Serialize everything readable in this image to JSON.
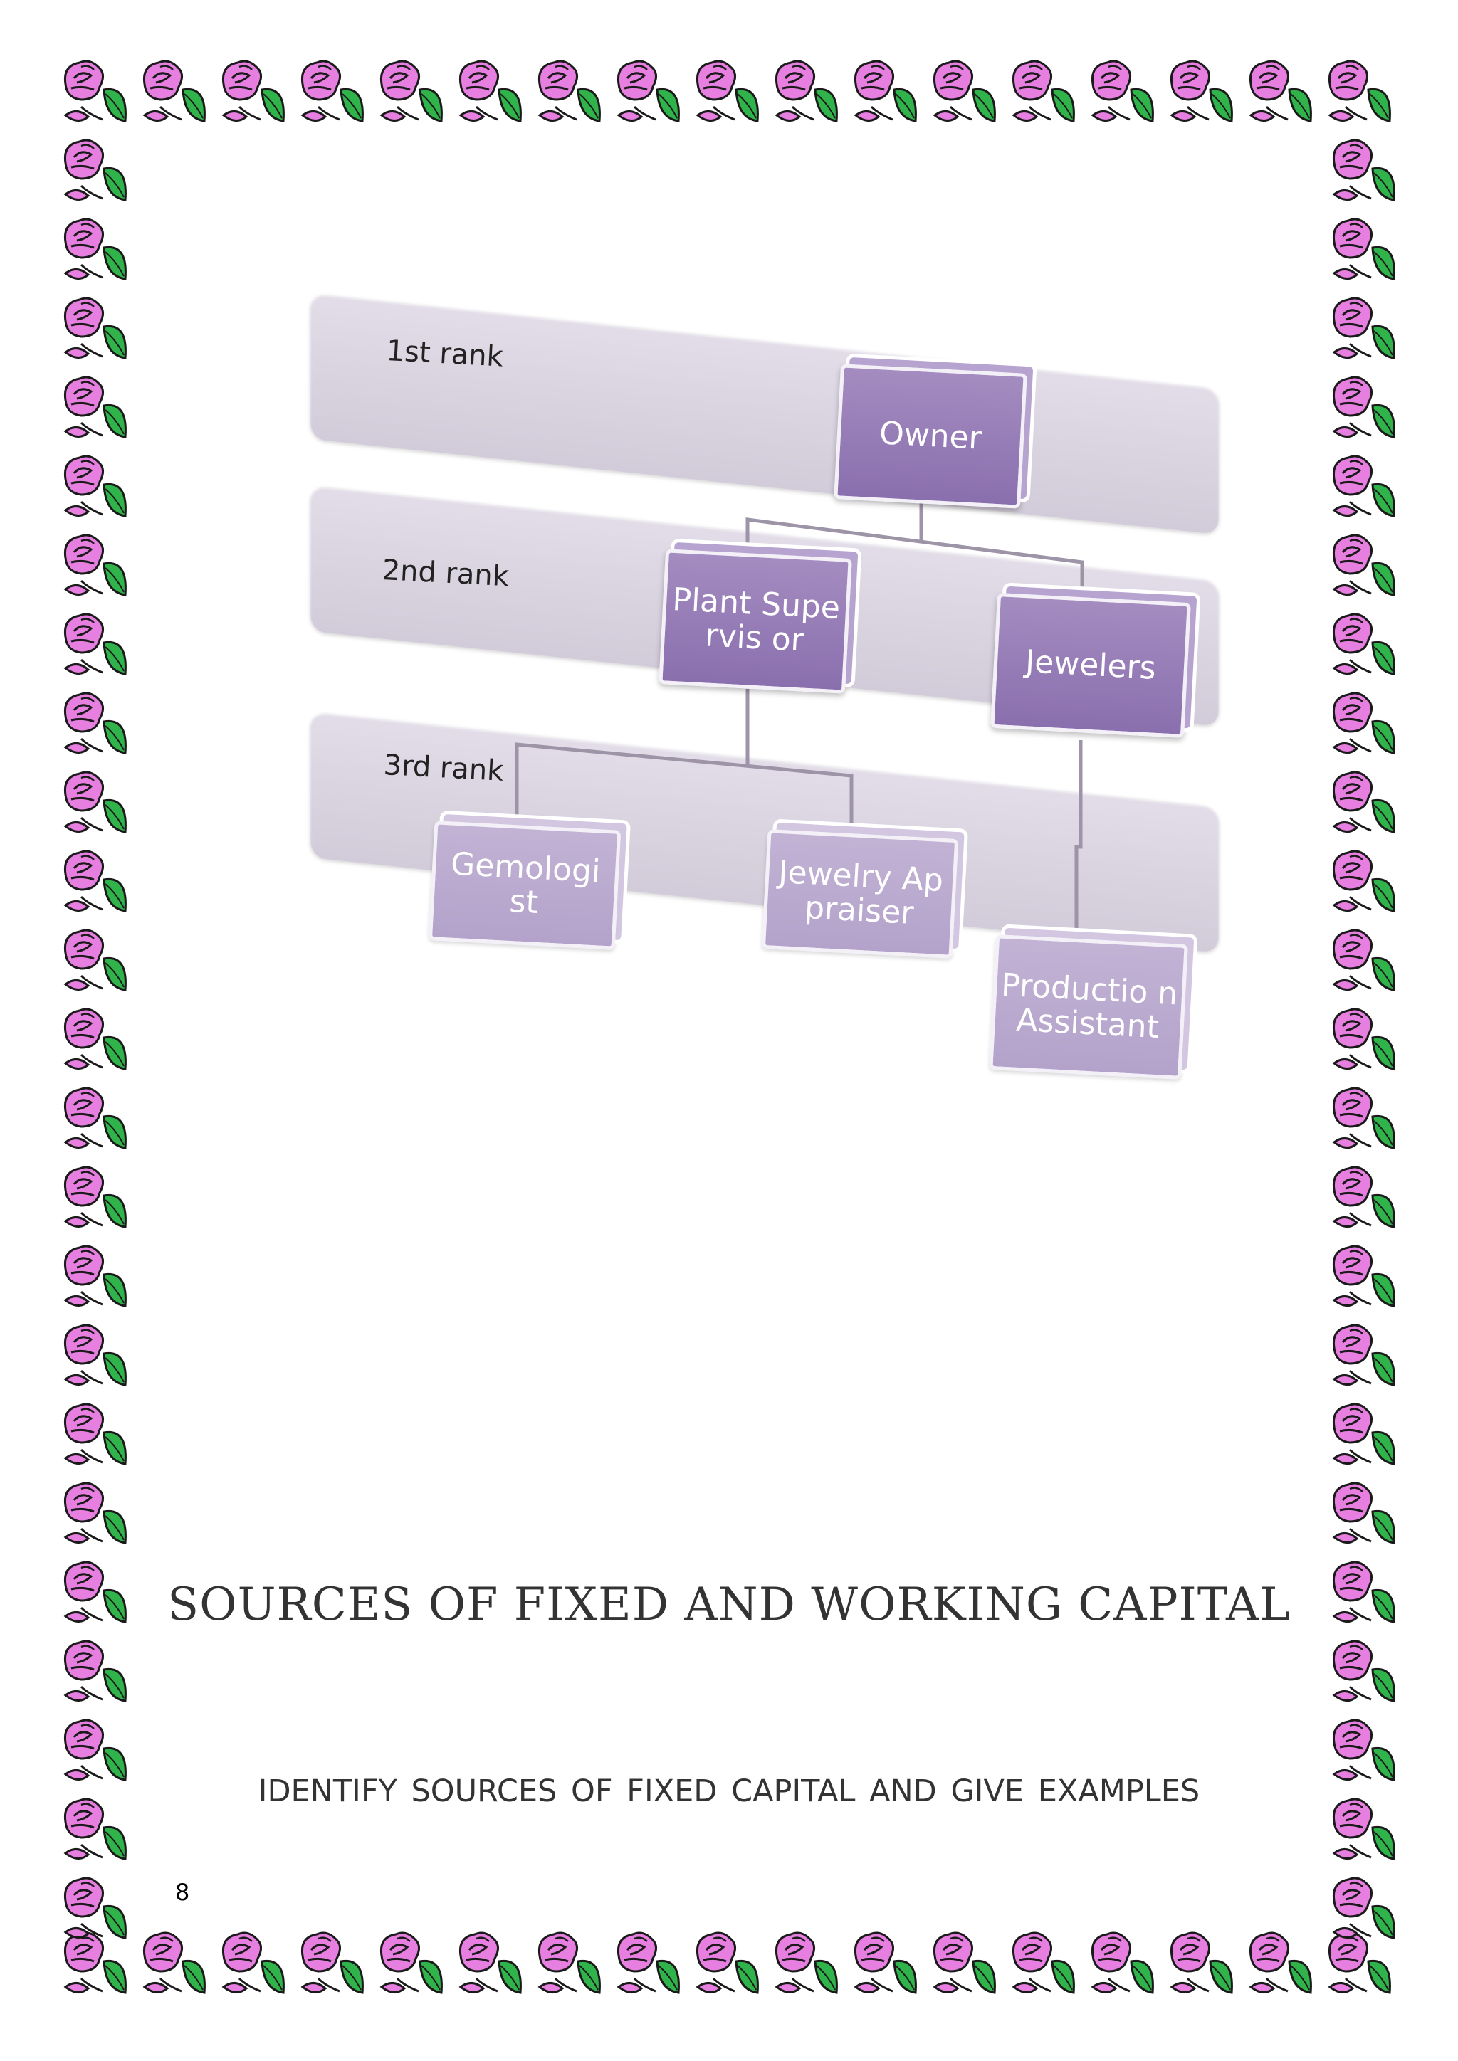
{
  "org_chart": {
    "ranks": [
      {
        "label": "1st rank"
      },
      {
        "label": "2nd rank"
      },
      {
        "label": "3rd rank"
      }
    ],
    "nodes": {
      "owner": "Owner",
      "plant_supervisor": "Plant Supervis or",
      "jewelers": "Jewelers",
      "gemologist": "Gemologi st",
      "jewelry_appraiser": "Jewelry Appraiser",
      "production_assistant": "Productio n Assistant"
    }
  },
  "document": {
    "heading": "SOURCES OF FIXED AND WORKING CAPITAL",
    "subheading": "IDENTIFY SOURCES OF FIXED CAPITAL AND GIVE EXAMPLES",
    "page_number": "8"
  },
  "decoration": {
    "border_motif": "pink-rose-border",
    "rose_color": "#e77fe0",
    "leaf_color": "#2fb34a",
    "node_color": "#9a80b9",
    "band_color": "#d9d3e0"
  }
}
